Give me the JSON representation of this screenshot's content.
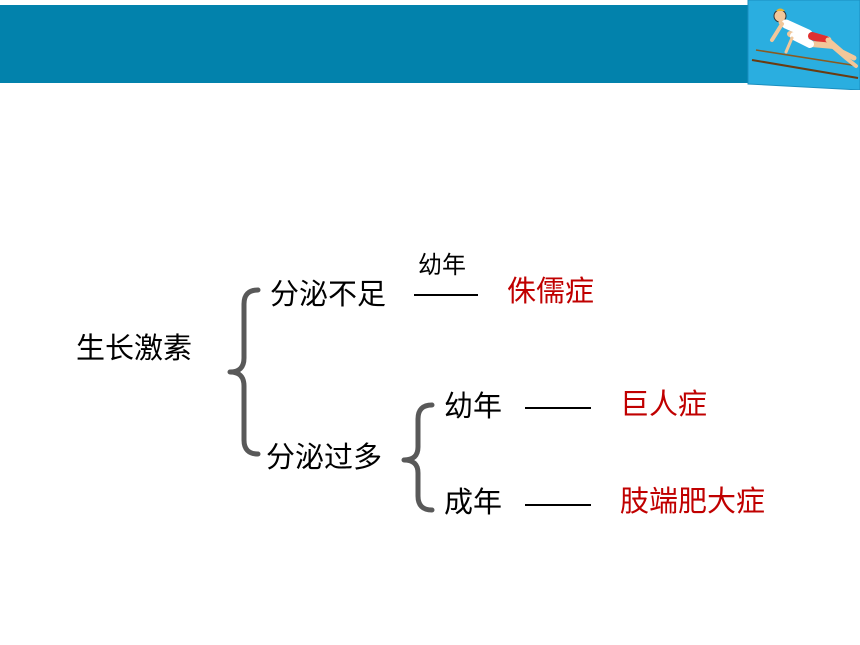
{
  "colors": {
    "header": "#0282ac",
    "label": "#000000",
    "disease": "#c00000",
    "brace": "#595959"
  },
  "header": {
    "illustration": "runners-icon"
  },
  "diagram": {
    "root": "生长激素",
    "branches": [
      {
        "label": "分泌不足",
        "age": "幼年",
        "result": "侏儒症"
      },
      {
        "label": "分泌过多",
        "children": [
          {
            "age": "幼年",
            "result": "巨人症"
          },
          {
            "age": "成年",
            "result": "肢端肥大症"
          }
        ]
      }
    ]
  }
}
